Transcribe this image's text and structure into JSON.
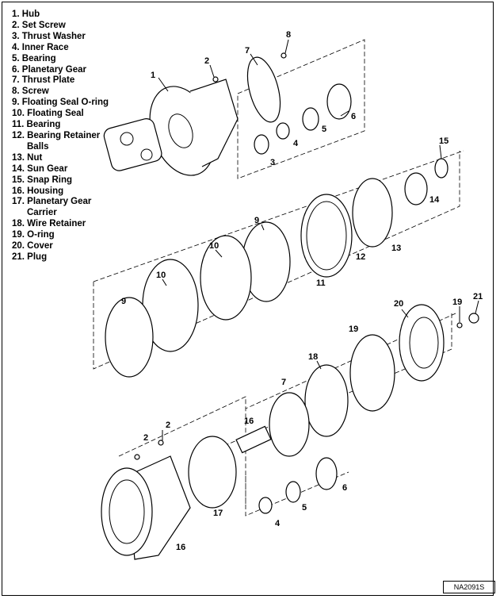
{
  "legend": [
    {
      "text": "1. Hub"
    },
    {
      "text": "2. Set Screw"
    },
    {
      "text": "3. Thrust Washer"
    },
    {
      "text": "4. Inner Race"
    },
    {
      "text": "5. Bearing"
    },
    {
      "text": "6. Planetary Gear"
    },
    {
      "text": "7. Thrust Plate"
    },
    {
      "text": "8. Screw"
    },
    {
      "text": "9. Floating Seal O-ring"
    },
    {
      "text": "10. Floating Seal"
    },
    {
      "text": "11. Bearing"
    },
    {
      "text": "12. Bearing Retainer",
      "cont": "Balls"
    },
    {
      "text": "13. Nut"
    },
    {
      "text": "14. Sun Gear"
    },
    {
      "text": "15. Snap Ring"
    },
    {
      "text": "16. Housing"
    },
    {
      "text": "17. Planetary Gear",
      "cont": "Carrier"
    },
    {
      "text": "18. Wire Retainer"
    },
    {
      "text": "19. O-ring"
    },
    {
      "text": "20. Cover"
    },
    {
      "text": "21. Plug"
    }
  ],
  "callouts": [
    "1",
    "2",
    "7",
    "8",
    "3",
    "4",
    "5",
    "6",
    "15",
    "14",
    "13",
    "12",
    "11",
    "9",
    "10",
    "10",
    "9",
    "20",
    "19",
    "21",
    "19",
    "18",
    "7",
    "16",
    "2",
    "2",
    "17",
    "5",
    "4",
    "6",
    "16"
  ],
  "figure_code": "NA2091S"
}
